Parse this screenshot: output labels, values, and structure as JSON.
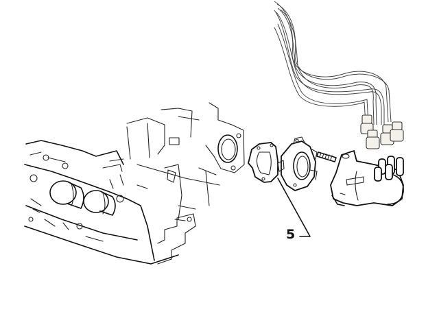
{
  "diagram": {
    "type": "exploded parts diagram",
    "subject": "cylinder head with ignition distributor assembly",
    "callouts": [
      {
        "number": "5",
        "target": "distributor mounting gasket / flange"
      }
    ],
    "parts": [
      {
        "id": "cylinder-head",
        "label": "Cylinder head"
      },
      {
        "id": "gasket",
        "label": "Gasket"
      },
      {
        "id": "distributor-flange",
        "label": "Distributor support flange"
      },
      {
        "id": "stud",
        "label": "Stud"
      },
      {
        "id": "distributor",
        "label": "Ignition distributor with cap"
      },
      {
        "id": "ht-leads",
        "label": "High tension leads"
      }
    ],
    "colors": {
      "line": "#111111",
      "background": "#ffffff",
      "boot_fill": "#f4f1ea"
    }
  }
}
